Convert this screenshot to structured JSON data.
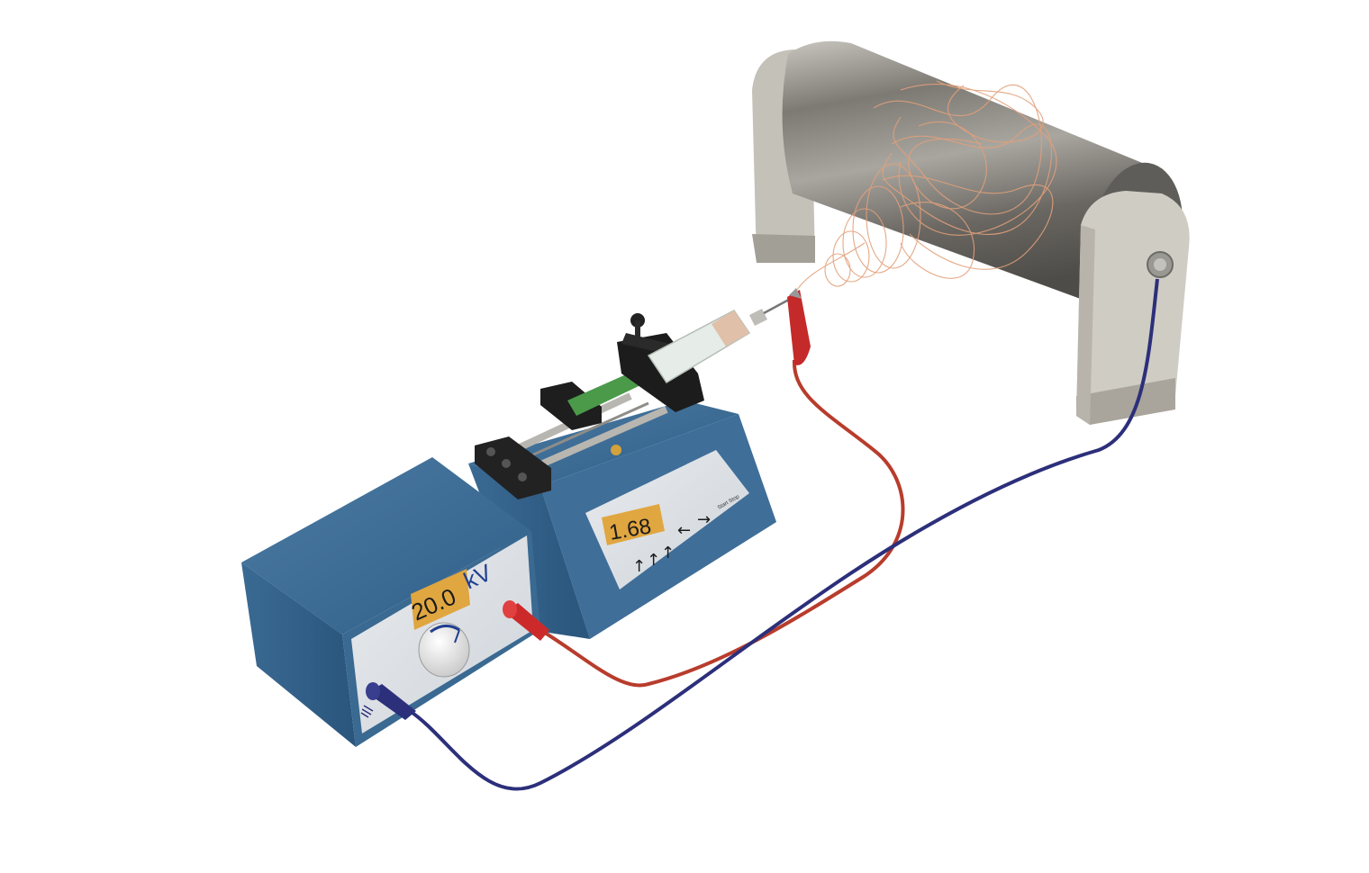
{
  "hv_supply": {
    "voltage_value": "20.0",
    "voltage_unit": "kV"
  },
  "syringe_pump": {
    "display_value": "1.68",
    "buttons": [
      "↑",
      "↑",
      "↑",
      "←",
      "→"
    ],
    "small_button_label": "Start Stop"
  },
  "colors": {
    "device_blue": "#2f5f88",
    "panel_bg": "#d6dce3",
    "lcd_amber": "#e0a640",
    "positive_cable": "#b83c2c",
    "ground_cable": "#2c2f7a",
    "collector_steel": "#8c8a86",
    "fiber": "#e0a27c"
  }
}
